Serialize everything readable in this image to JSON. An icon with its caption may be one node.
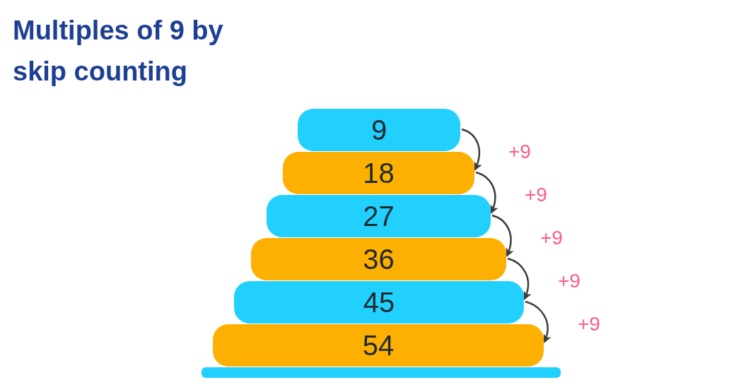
{
  "diagram": {
    "title": "Multiples of 9 by skip counting",
    "nodes": [
      {
        "text": [
          "9"
        ]
      },
      {
        "text": [
          "18"
        ]
      },
      {
        "text": [
          "27"
        ]
      },
      {
        "text": [
          "36"
        ]
      },
      {
        "text": [
          "45"
        ]
      },
      {
        "text": [
          "54"
        ]
      },
      {
        "text": [],
        "shape": "bar"
      }
    ],
    "edges": [
      {
        "from": 0,
        "to": 1,
        "arrow": "to",
        "label": "+9"
      },
      {
        "from": 1,
        "to": 2,
        "arrow": "to",
        "label": "+9"
      },
      {
        "from": 2,
        "to": 3,
        "arrow": "to",
        "label": "+9"
      },
      {
        "from": 3,
        "to": 4,
        "arrow": "to",
        "label": "+9"
      },
      {
        "from": 4,
        "to": 5,
        "arrow": "to",
        "label": "+9"
      }
    ]
  }
}
